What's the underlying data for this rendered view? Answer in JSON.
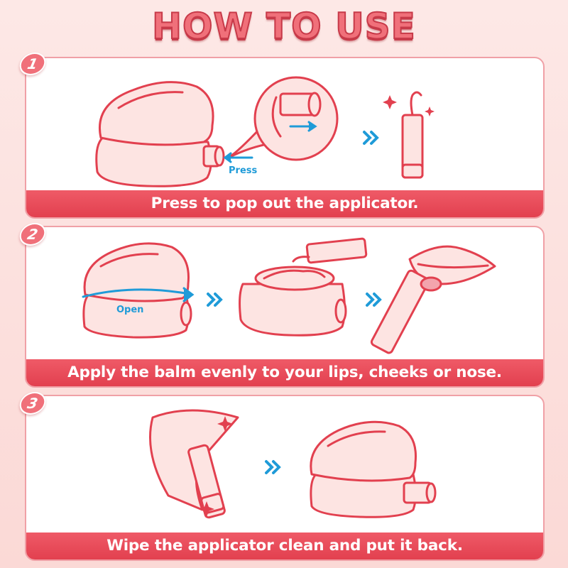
{
  "title": "HOW TO USE",
  "steps": [
    {
      "number": "1",
      "caption": "Press to pop out the applicator.",
      "label": "Press"
    },
    {
      "number": "2",
      "caption": "Apply the balm evenly to your lips, cheeks or nose.",
      "label": "Open"
    },
    {
      "number": "3",
      "caption": "Wipe the applicator clean and put it back."
    }
  ],
  "colors": {
    "outline": "#e2404f",
    "fill": "#fde4e2",
    "arrow": "#1f9bd8",
    "banner": "#e2404f"
  }
}
